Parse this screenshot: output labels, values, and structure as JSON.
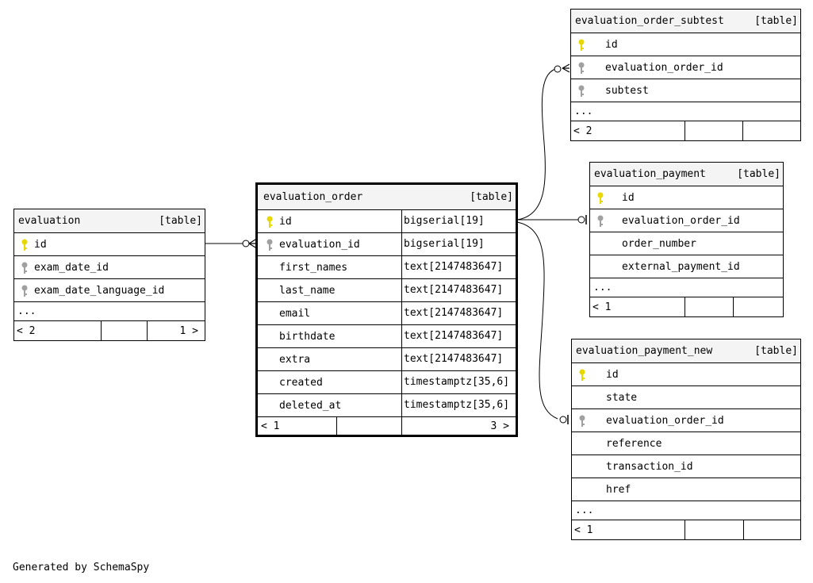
{
  "colors": {
    "primary_key": "#e8d800",
    "foreign_key": "#a0a0a0",
    "header_bg": "#f4f4f4",
    "border": "#000000"
  },
  "tables": {
    "evaluation": {
      "name": "evaluation",
      "kind": "[table]",
      "columns": [
        {
          "name": "id",
          "key": "primary-key-icon"
        },
        {
          "name": "exam_date_id",
          "key": "foreign-key-icon"
        },
        {
          "name": "exam_date_language_id",
          "key": "foreign-key-icon"
        }
      ],
      "ellipsis": "...",
      "nav_left": "< 2",
      "nav_right": "1 >"
    },
    "evaluation_order": {
      "name": "evaluation_order",
      "kind": "[table]",
      "columns": [
        {
          "name": "id",
          "type": "bigserial[19]",
          "key": "primary-key-icon"
        },
        {
          "name": "evaluation_id",
          "type": "bigserial[19]",
          "key": "foreign-key-icon"
        },
        {
          "name": "first_names",
          "type": "text[2147483647]"
        },
        {
          "name": "last_name",
          "type": "text[2147483647]"
        },
        {
          "name": "email",
          "type": "text[2147483647]"
        },
        {
          "name": "birthdate",
          "type": "text[2147483647]"
        },
        {
          "name": "extra",
          "type": "text[2147483647]"
        },
        {
          "name": "created",
          "type": "timestamptz[35,6]"
        },
        {
          "name": "deleted_at",
          "type": "timestamptz[35,6]"
        }
      ],
      "nav_left": "< 1",
      "nav_right": "3 >"
    },
    "evaluation_order_subtest": {
      "name": "evaluation_order_subtest",
      "kind": "[table]",
      "columns": [
        {
          "name": "id",
          "key": "primary-key-icon"
        },
        {
          "name": "evaluation_order_id",
          "key": "foreign-key-icon"
        },
        {
          "name": "subtest",
          "key": "foreign-key-icon"
        }
      ],
      "ellipsis": "...",
      "nav_left": "< 2"
    },
    "evaluation_payment": {
      "name": "evaluation_payment",
      "kind": "[table]",
      "columns": [
        {
          "name": "id",
          "key": "primary-key-icon"
        },
        {
          "name": "evaluation_order_id",
          "key": "foreign-key-icon"
        },
        {
          "name": "order_number"
        },
        {
          "name": "external_payment_id"
        }
      ],
      "ellipsis": "...",
      "nav_left": "< 1"
    },
    "evaluation_payment_new": {
      "name": "evaluation_payment_new",
      "kind": "[table]",
      "columns": [
        {
          "name": "id",
          "key": "primary-key-icon"
        },
        {
          "name": "state"
        },
        {
          "name": "evaluation_order_id",
          "key": "foreign-key-icon"
        },
        {
          "name": "reference"
        },
        {
          "name": "transaction_id"
        },
        {
          "name": "href"
        }
      ],
      "ellipsis": "...",
      "nav_left": "< 1"
    }
  },
  "footer": {
    "text": "Generated by SchemaSpy"
  }
}
